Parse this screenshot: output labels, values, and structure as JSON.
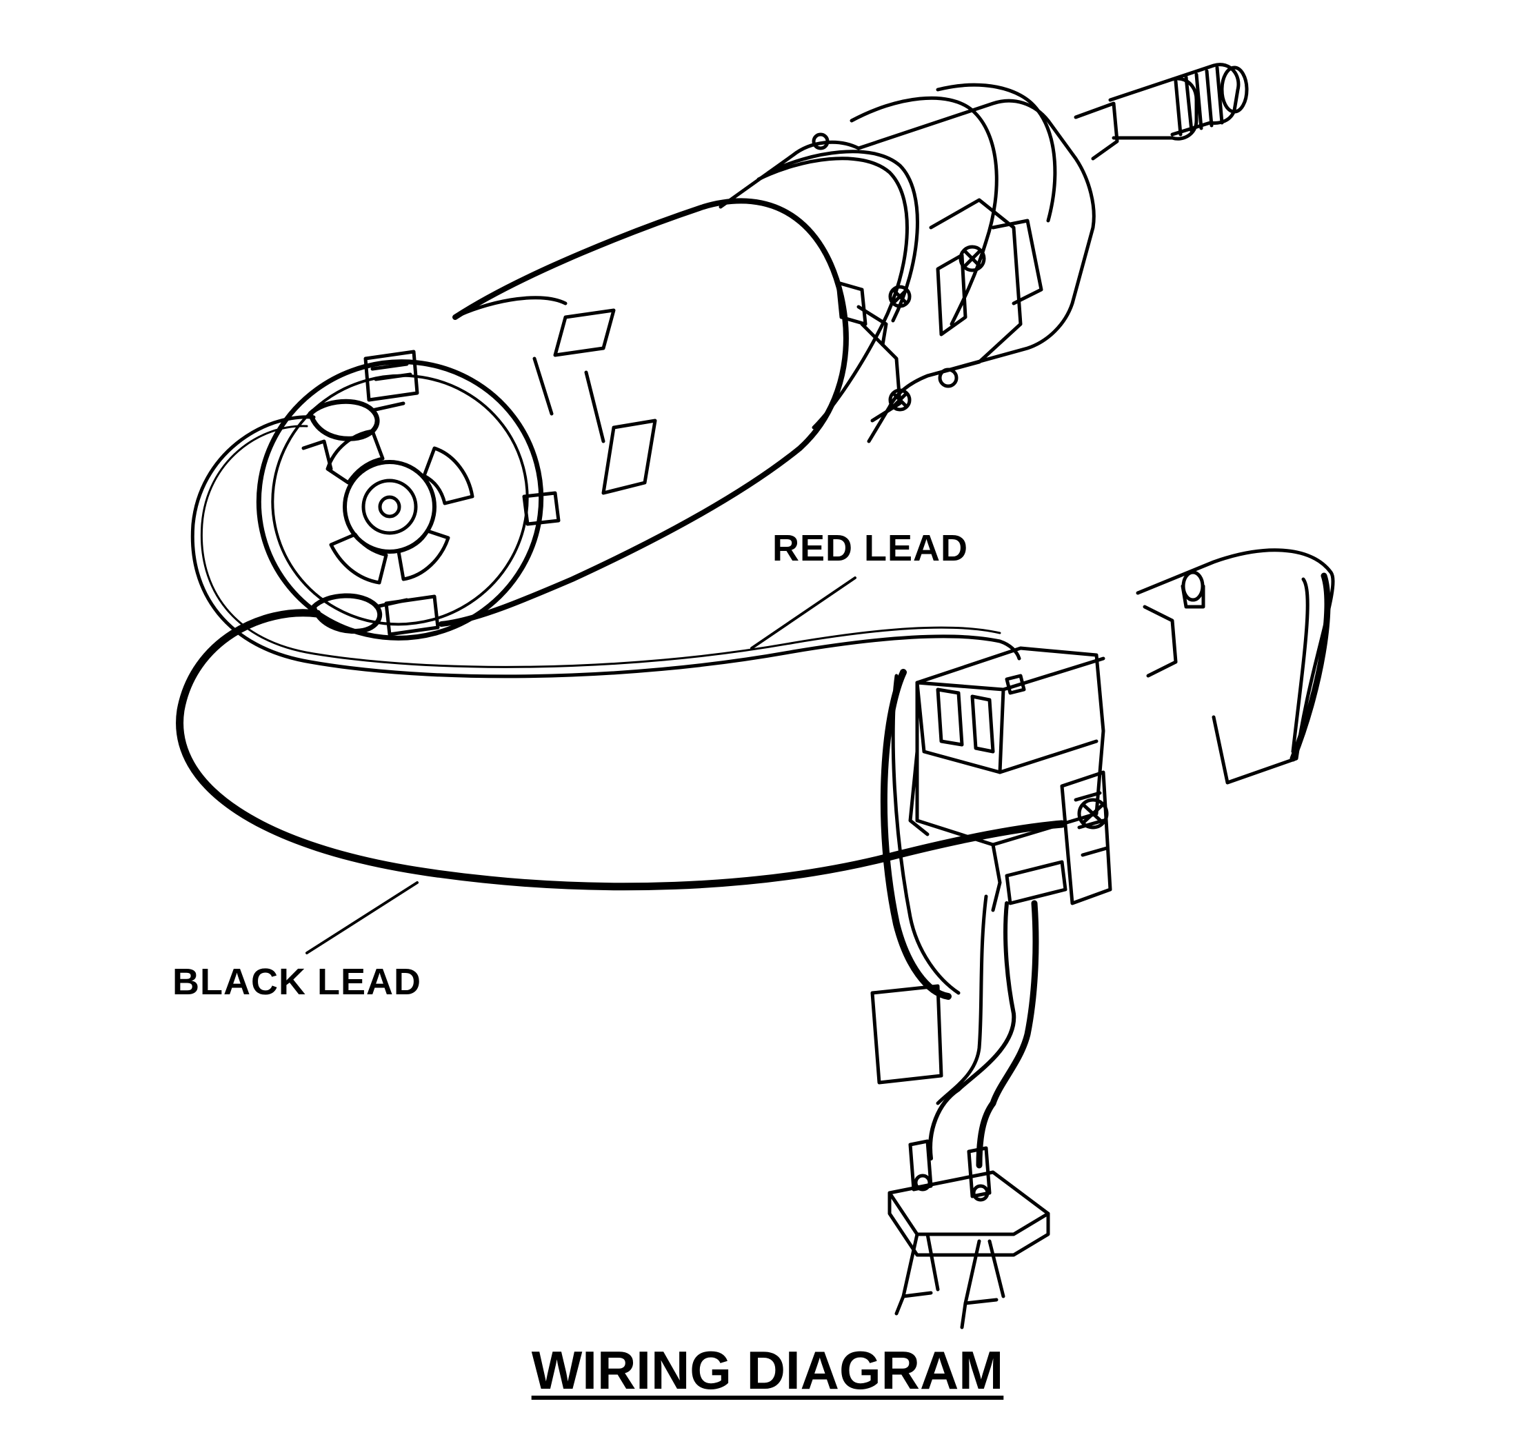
{
  "diagram": {
    "title": "WIRING DIAGRAM",
    "labels": {
      "red_lead": "RED LEAD",
      "black_lead": "BLACK LEAD"
    },
    "colors": {
      "ink": "#000000",
      "paper": "#ffffff"
    },
    "parts": [
      "motor",
      "gearbox",
      "switch",
      "battery-terminal-block"
    ]
  }
}
